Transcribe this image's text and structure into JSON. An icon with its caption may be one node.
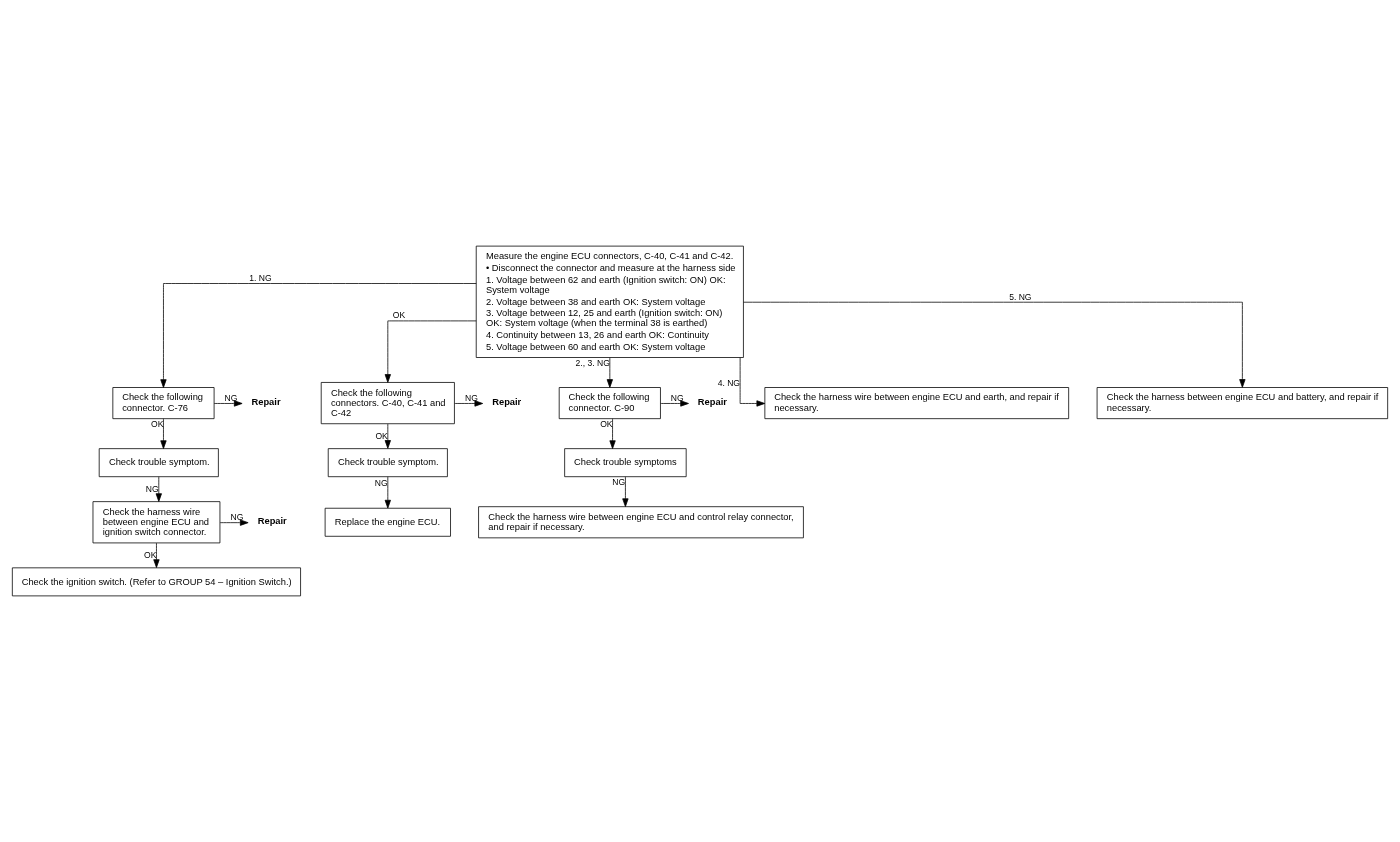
{
  "diagram": {
    "nodes": [
      {
        "text": [
          "Measure the engine ECU connectors, C-40, C-41 and C-42.",
          "• Disconnect the connector and measure at the harness side",
          "1. Voltage between 62 and earth (Ignition switch: ON) OK: System voltage",
          "2. Voltage between 38 and earth OK: System voltage",
          "3. Voltage between 12, 25 and earth (Ignition switch: ON) OK: System voltage (when the terminal 38 is earthed)",
          "4. Continuity between 13, 26 and earth OK: Continuity",
          "5. Voltage between 60 and earth OK: System voltage"
        ]
      },
      {
        "text": [
          "Check the following connector. C-76"
        ]
      },
      {
        "text": [
          "Repair"
        ]
      },
      {
        "text": [
          "Check trouble symptom."
        ]
      },
      {
        "text": [
          "Check the harness wire between engine ECU and ignition switch connector."
        ]
      },
      {
        "text": [
          "Repair"
        ]
      },
      {
        "text": [
          "Check the ignition switch. (Refer to GROUP 54 – Ignition Switch.)"
        ]
      },
      {
        "text": [
          "Check the following connectors. C-40, C-41 and C-42"
        ]
      },
      {
        "text": [
          "Repair"
        ]
      },
      {
        "text": [
          "Check trouble symptom."
        ]
      },
      {
        "text": [
          "Replace the engine ECU."
        ]
      },
      {
        "text": [
          "Check the following connector. C-90"
        ]
      },
      {
        "text": [
          "Repair"
        ]
      },
      {
        "text": [
          "Check trouble symptoms"
        ]
      },
      {
        "text": [
          "Check the harness wire between engine ECU and control relay connector, and repair if necessary."
        ]
      },
      {
        "text": [
          "Check the harness wire between engine ECU and earth, and repair if necessary."
        ]
      },
      {
        "text": [
          "Check the harness between engine ECU and battery, and repair if necessary."
        ]
      }
    ],
    "edges": [
      {
        "from": 0,
        "to": 1,
        "arrow": "to",
        "label": "1. NG"
      },
      {
        "from": 1,
        "to": 2,
        "arrow": "to",
        "label": "NG"
      },
      {
        "from": 1,
        "to": 3,
        "arrow": "to",
        "label": "OK"
      },
      {
        "from": 3,
        "to": 4,
        "arrow": "to",
        "label": "NG"
      },
      {
        "from": 4,
        "to": 5,
        "arrow": "to",
        "label": "NG"
      },
      {
        "from": 4,
        "to": 6,
        "arrow": "to",
        "label": "OK"
      },
      {
        "from": 0,
        "to": 11,
        "arrow": "to",
        "label": "2., 3. NG"
      },
      {
        "from": 11,
        "to": 12,
        "arrow": "to",
        "label": "NG"
      },
      {
        "from": 11,
        "to": 13,
        "arrow": "to",
        "label": "OK"
      },
      {
        "from": 13,
        "to": 14,
        "arrow": "to",
        "label": "NG"
      },
      {
        "from": 0,
        "to": 15,
        "arrow": "to",
        "label": "4. NG"
      },
      {
        "from": 0,
        "to": 16,
        "arrow": "to",
        "label": "5. NG"
      },
      {
        "from": 0,
        "to": 7,
        "arrow": "to",
        "label": "OK"
      },
      {
        "from": 7,
        "to": 8,
        "arrow": "to",
        "label": "NG"
      },
      {
        "from": 7,
        "to": 9,
        "arrow": "to",
        "label": "OK"
      },
      {
        "from": 9,
        "to": 10,
        "arrow": "to",
        "label": "NG"
      }
    ]
  }
}
